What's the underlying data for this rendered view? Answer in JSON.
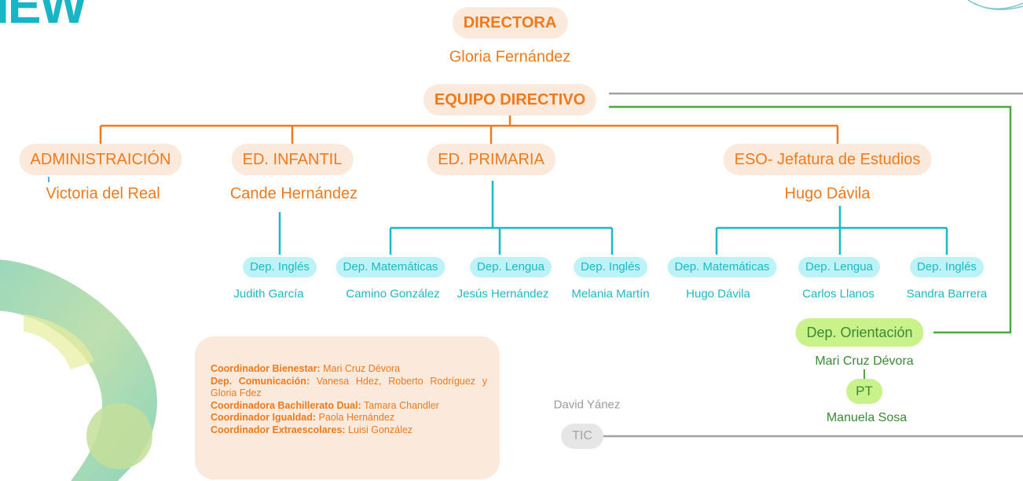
{
  "logo": {
    "text": "IEW"
  },
  "director": {
    "role": "DIRECTORA",
    "name": "Gloria Fernández"
  },
  "equipo": {
    "label": "EQUIPO DIRECTIVO"
  },
  "areas": [
    {
      "label": "ADMINISTRAICIÓN",
      "name": "Victoria del Real"
    },
    {
      "label": "ED. INFANTIL",
      "name": "Cande Hernández"
    },
    {
      "label": "ED. PRIMARIA",
      "name": ""
    },
    {
      "label": "ESO- Jefatura de Estudios",
      "name": "Hugo Dávila"
    }
  ],
  "infantil_deps": [
    {
      "label": "Dep. Inglés",
      "name": "Judith García"
    }
  ],
  "primaria_deps": [
    {
      "label": "Dep. Matemáticas",
      "name": "Camino González"
    },
    {
      "label": "Dep. Lengua",
      "name": "Jesús Hernández"
    },
    {
      "label": "Dep. Inglés",
      "name": "Melania Martín"
    }
  ],
  "eso_deps": [
    {
      "label": "Dep. Matemáticas",
      "name": "Hugo Dávila"
    },
    {
      "label": "Dep. Lengua",
      "name": "Carlos Llanos"
    },
    {
      "label": "Dep. Inglés",
      "name": "Sandra Barrera"
    }
  ],
  "orientacion": {
    "label": "Dep. Orientación",
    "name": "Mari Cruz Dévora"
  },
  "pt": {
    "label": "PT",
    "name": "Manuela Sosa"
  },
  "tic": {
    "label": "TIC",
    "name": "David Yánez"
  },
  "coordinators": [
    {
      "role": "Coordinador Bienestar:",
      "names": " Mari Cruz Dévora"
    },
    {
      "role": "Dep. Comunicación:",
      "names": " Vanesa Hdez, Roberto Rodríguez y Gloria Fdez"
    },
    {
      "role": "Coordinadora Bachillerato Dual:",
      "names": " Tamara Chandler"
    },
    {
      "role": "Coordinador Igualdad:",
      "names": " Paola Hernández"
    },
    {
      "role": "Coordinador Extraescolares:",
      "names": " Luisi González"
    }
  ],
  "colors": {
    "orange": "#ee7a1b",
    "orange_bg": "#fbe9dc",
    "cyan": "#1cb9c4",
    "cyan_bg": "#bdf3f6",
    "green": "#3a8a34",
    "green_bg": "#c9f28a",
    "gray": "#a5a5a5",
    "gray_bg": "#e6e6e6"
  }
}
